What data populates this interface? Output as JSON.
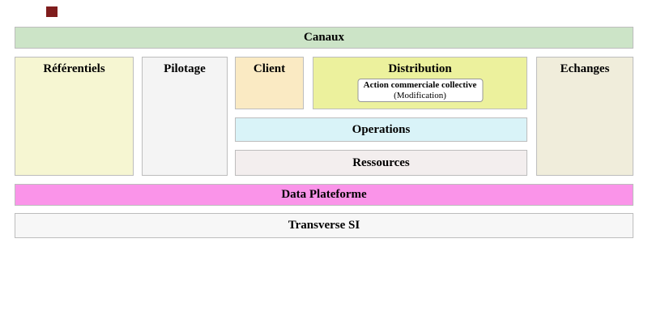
{
  "blocks": {
    "marker": {
      "color": "#7f1d1d"
    },
    "canaux": {
      "label": "Canaux",
      "bg": "#cce4c7"
    },
    "referentiels": {
      "label": "Référentiels",
      "bg": "#f6f6d2"
    },
    "pilotage": {
      "label": "Pilotage",
      "bg": "#f4f4f4"
    },
    "client": {
      "label": "Client",
      "bg": "#faeac3"
    },
    "distribution": {
      "label": "Distribution",
      "bg": "#ecf19d",
      "child": {
        "title": "Action commerciale collective",
        "subtitle": "(Modification)",
        "bg": "#ffffff"
      }
    },
    "echanges": {
      "label": "Echanges",
      "bg": "#f0eddb"
    },
    "operations": {
      "label": "Operations",
      "bg": "#d9f3f8"
    },
    "ressources": {
      "label": "Ressources",
      "bg": "#f3eeee"
    },
    "data_plateforme": {
      "label": "Data Plateforme",
      "bg": "#fa94e9"
    },
    "transverse_si": {
      "label": "Transverse SI",
      "bg": "#f7f7f7"
    }
  }
}
